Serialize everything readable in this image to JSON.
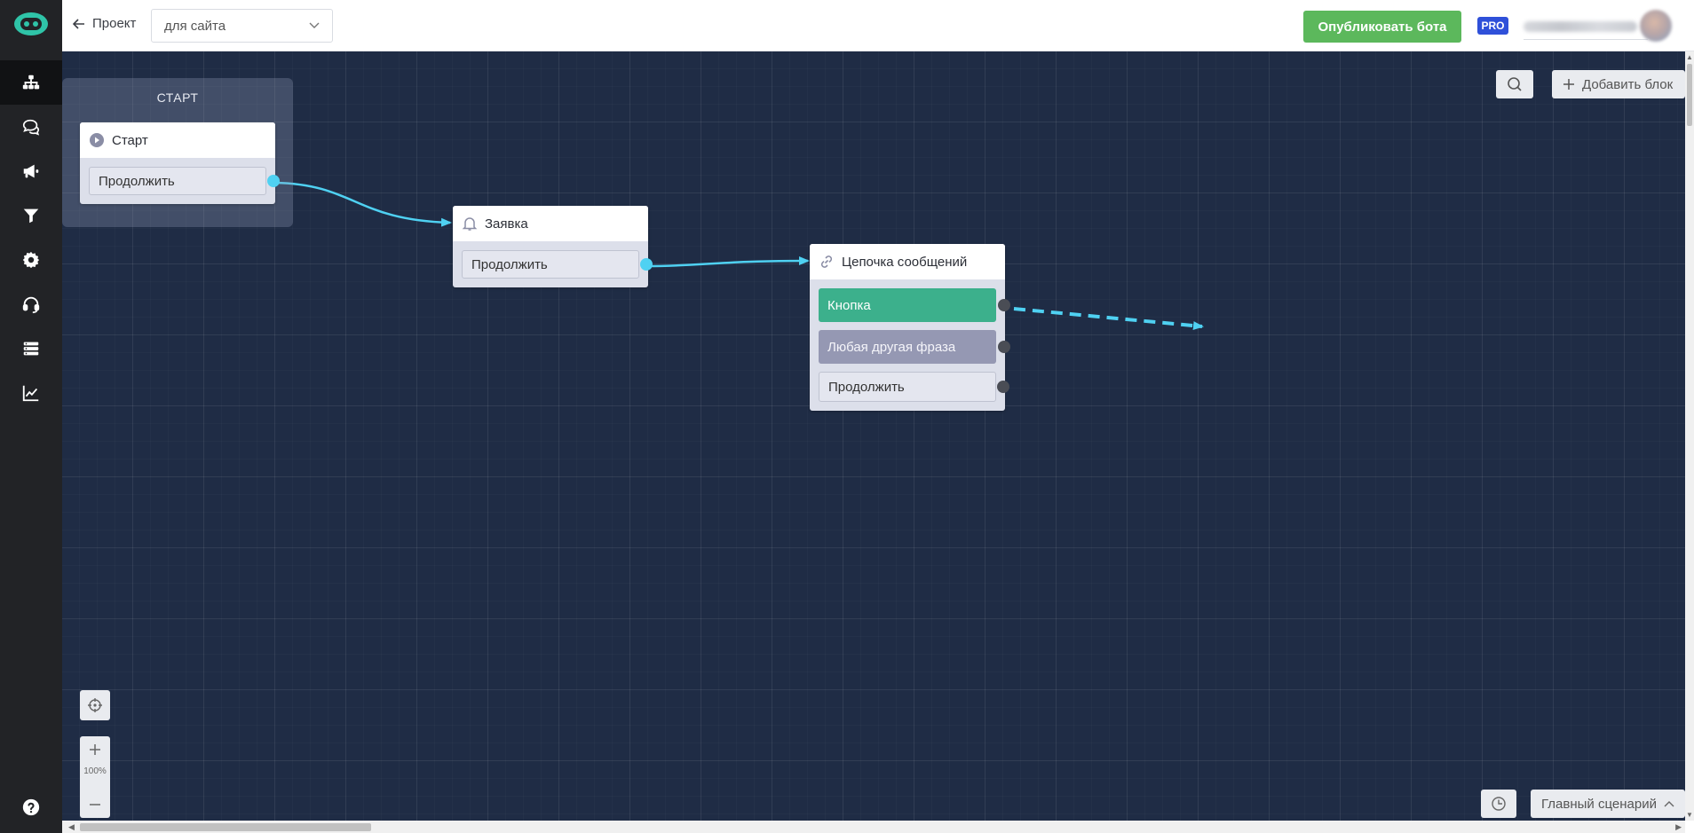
{
  "header": {
    "back_label": "Проект",
    "project_select_value": "для сайта",
    "publish_label": "Опубликовать бота",
    "pro_badge": "PRO"
  },
  "sidebar": {
    "items": [
      {
        "icon": "sitemap-icon",
        "active": true
      },
      {
        "icon": "chat-icon",
        "active": false
      },
      {
        "icon": "megaphone-icon",
        "active": false
      },
      {
        "icon": "filter-icon",
        "active": false
      },
      {
        "icon": "gear-icon",
        "active": false
      },
      {
        "icon": "headset-icon",
        "active": false
      },
      {
        "icon": "database-icon",
        "active": false
      },
      {
        "icon": "analytics-icon",
        "active": false
      }
    ],
    "help_icon": "help-icon"
  },
  "canvas": {
    "add_block_label": "Добавить блок",
    "search_icon": "search-icon",
    "zoom_level": "100%",
    "scenario_label": "Главный сценарий",
    "start_group_title": "СТАРТ",
    "blocks": {
      "start": {
        "title": "Старт",
        "icon": "play-circle-icon",
        "buttons": [
          "Продолжить"
        ]
      },
      "request": {
        "title": "Заявка",
        "icon": "bell-icon",
        "buttons": [
          "Продолжить"
        ]
      },
      "chain": {
        "title": "Цепочка сообщений",
        "icon": "link-icon",
        "buttons": [
          "Кнопка",
          "Любая другая фраза",
          "Продолжить"
        ]
      }
    }
  },
  "colors": {
    "canvas_bg": "#1f2c45",
    "sidebar_bg": "#222326",
    "brand_green": "#5cb85c",
    "pro_blue": "#2f50d9",
    "button_green": "#3cb08c",
    "button_grey": "#9598b3",
    "link_cyan": "#4fd1f2",
    "logo_teal": "#2fc4a8"
  }
}
